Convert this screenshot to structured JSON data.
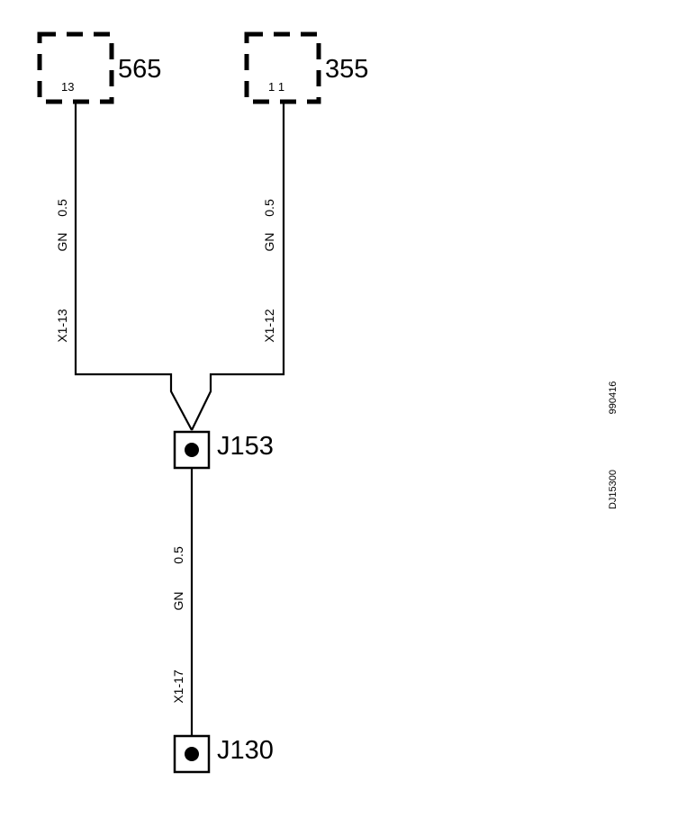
{
  "components": {
    "left": {
      "label": "565",
      "pin": "13"
    },
    "right": {
      "label": "355",
      "pin": "1 1"
    }
  },
  "wires": {
    "left": {
      "size": "0.5",
      "color": "GN",
      "connector": "X1-13"
    },
    "right": {
      "size": "0.5",
      "color": "GN",
      "connector": "X1-12"
    },
    "bottom": {
      "size": "0.5",
      "color": "GN",
      "connector": "X1-17"
    }
  },
  "splices": {
    "upper": {
      "label": "J153"
    },
    "lower": {
      "label": "J130"
    }
  },
  "side_codes": {
    "date": "990416",
    "doc_id": "DJ15300"
  }
}
